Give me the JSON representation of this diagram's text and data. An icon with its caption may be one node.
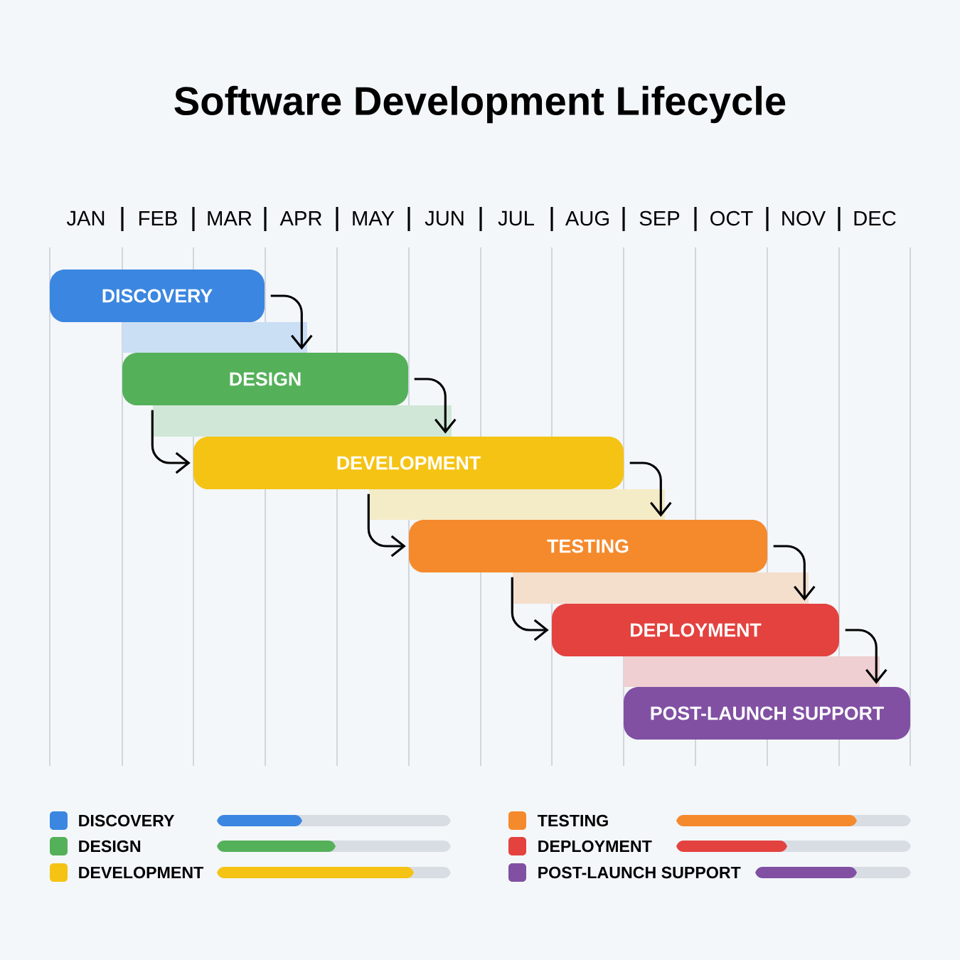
{
  "diagram": {
    "title": "Software Development Lifecycle",
    "nodes": [
      {
        "text": [
          "DISCOVERY"
        ]
      },
      {
        "text": [
          "DESIGN"
        ]
      },
      {
        "text": [
          "DEVELOPMENT"
        ]
      },
      {
        "text": [
          "TESTING"
        ]
      },
      {
        "text": [
          "DEPLOYMENT"
        ]
      },
      {
        "text": [
          "POST-LAUNCH SUPPORT"
        ]
      }
    ],
    "edges": [
      {
        "from": 0,
        "to": 1,
        "arrow": "to"
      },
      {
        "from": 1,
        "to": 2,
        "arrow": "to"
      },
      {
        "from": 1,
        "to": 2,
        "arrow": "to"
      },
      {
        "from": 2,
        "to": 3,
        "arrow": "to"
      },
      {
        "from": 2,
        "to": 3,
        "arrow": "to"
      },
      {
        "from": 3,
        "to": 4,
        "arrow": "to"
      },
      {
        "from": 3,
        "to": 4,
        "arrow": "to"
      },
      {
        "from": 4,
        "to": 5,
        "arrow": "to"
      }
    ],
    "labels": [
      "JAN",
      "FEB",
      "MAR",
      "APR",
      "MAY",
      "JUN",
      "JUL",
      "AUG",
      "SEP",
      "OCT",
      "NOV",
      "DEC"
    ],
    "legend": [
      {
        "text": "DISCOVERY",
        "color": "#3b86e0"
      },
      {
        "text": "DESIGN",
        "color": "#55b05a"
      },
      {
        "text": "DEVELOPMENT",
        "color": "#f5c314"
      },
      {
        "text": "TESTING",
        "color": "#f58a2c"
      },
      {
        "text": "DEPLOYMENT",
        "color": "#e3423f"
      },
      {
        "text": "POST-LAUNCH SUPPORT",
        "color": "#8150a3"
      }
    ]
  }
}
